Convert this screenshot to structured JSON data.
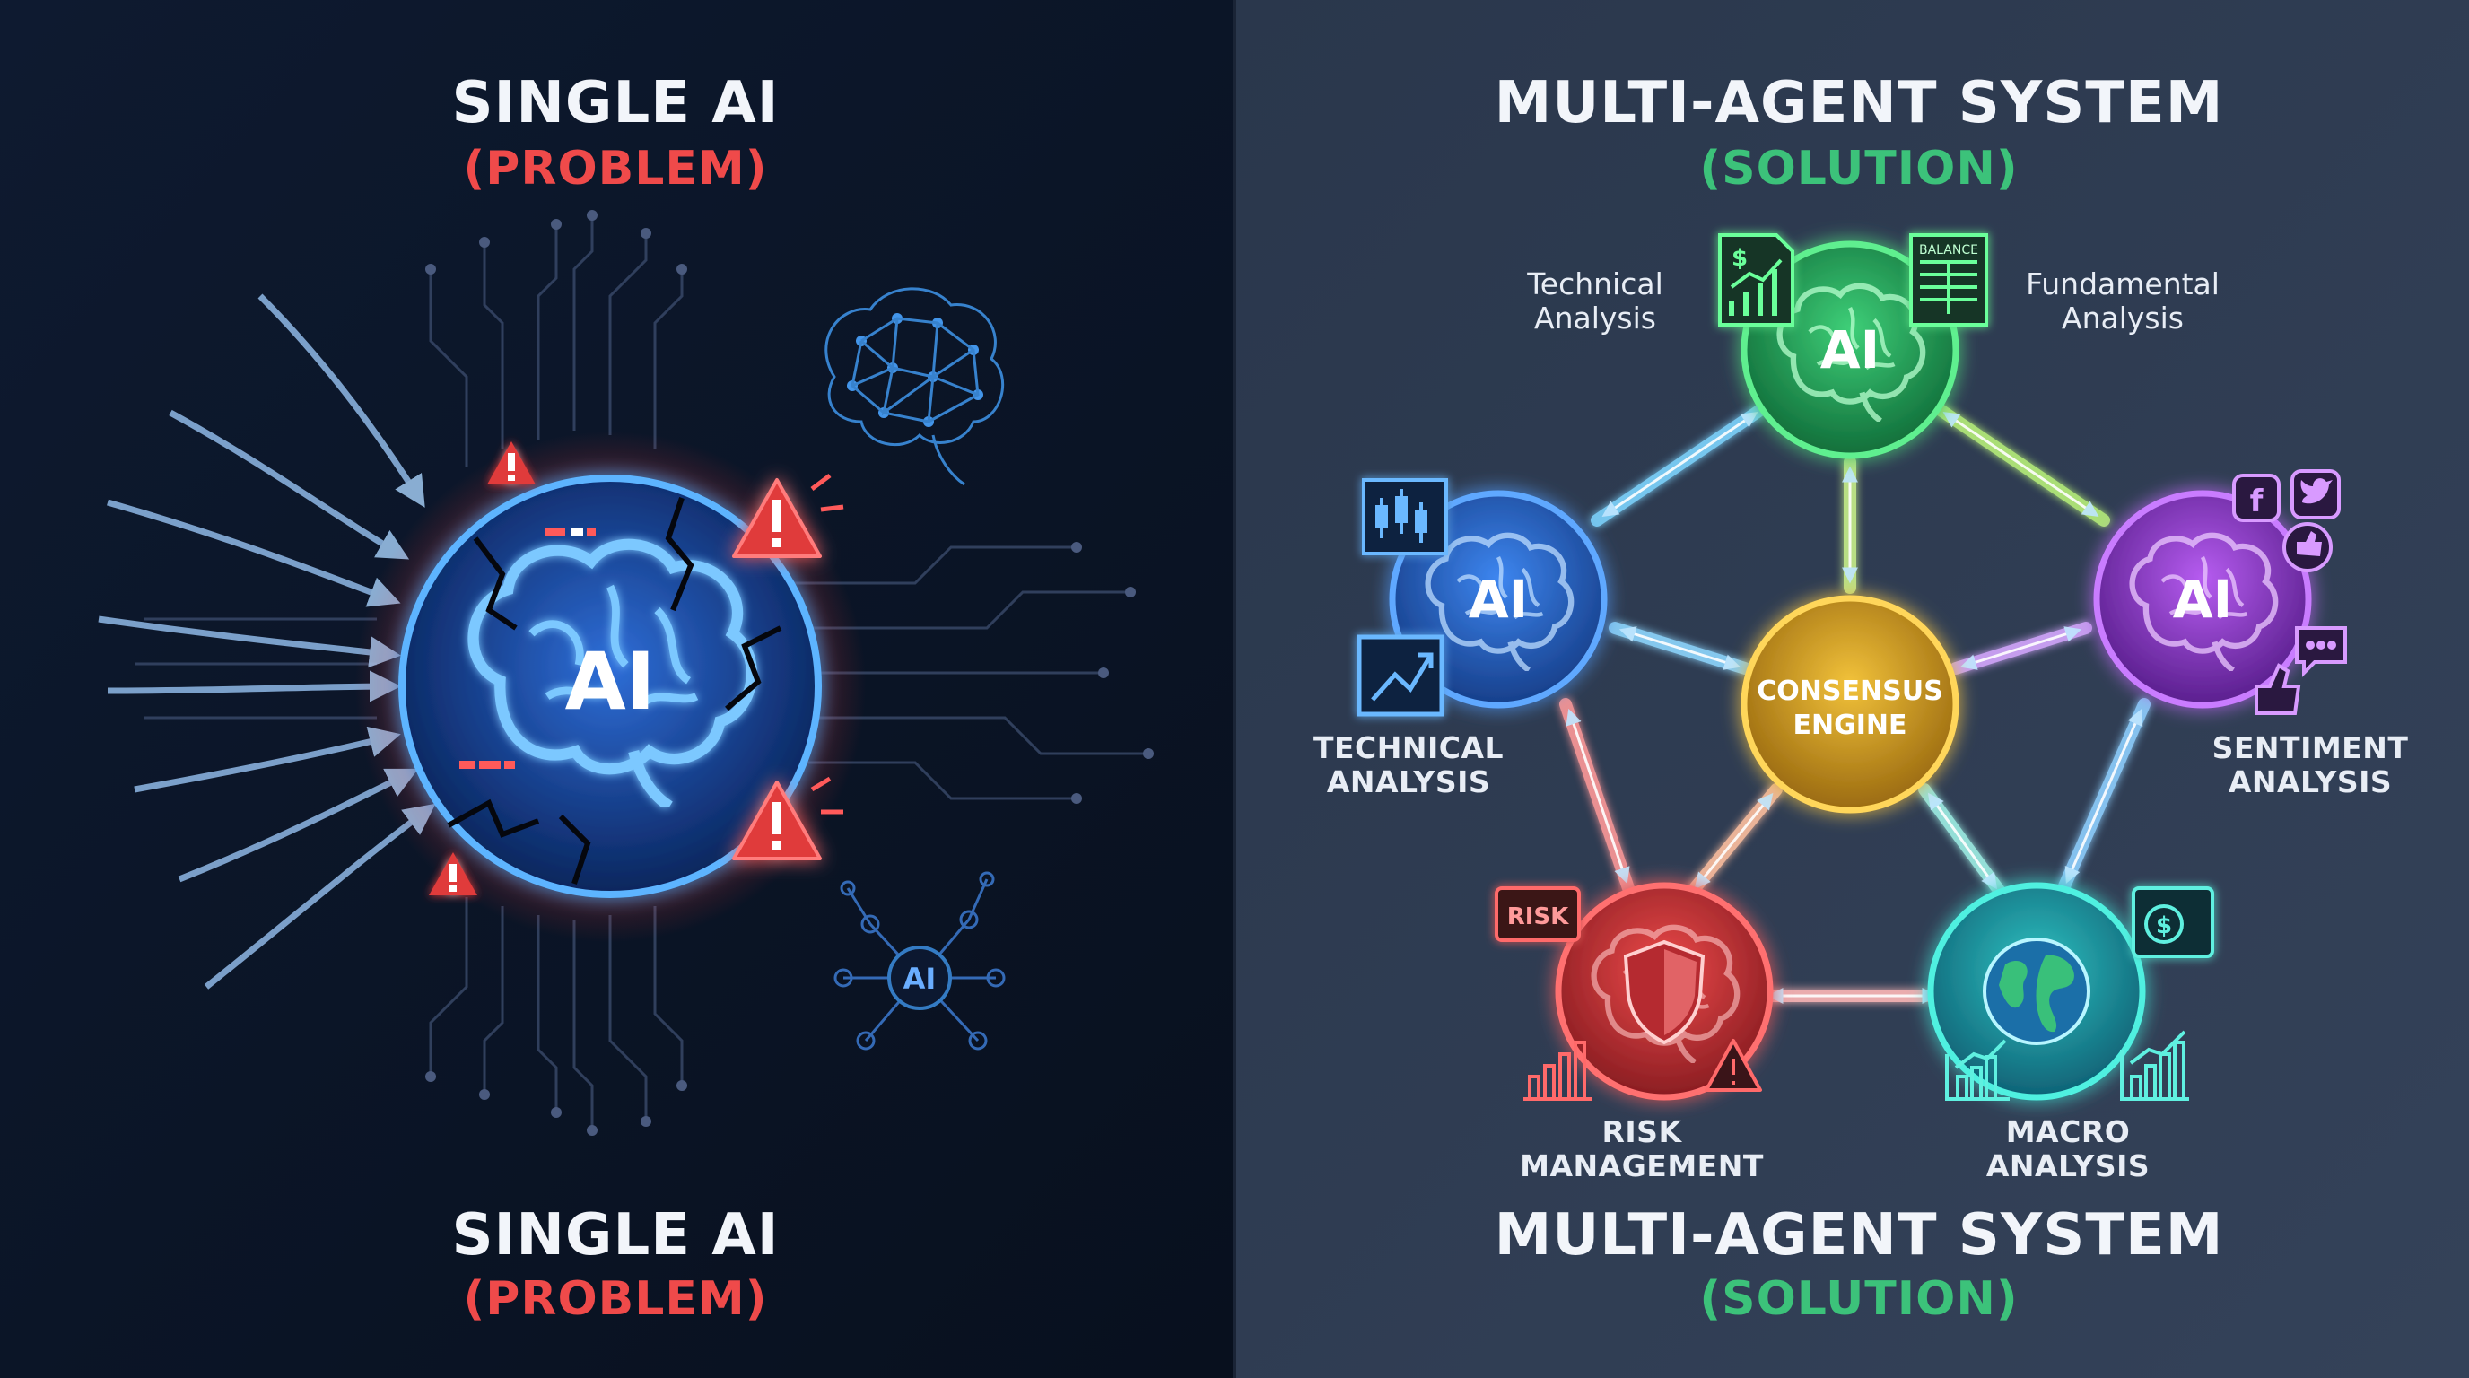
{
  "left": {
    "title_top": "SINGLE AI",
    "subtitle_top": "(PROBLEM)",
    "center_label": "AI",
    "small_node_label": "AI",
    "title_bottom": "SINGLE AI",
    "subtitle_bottom": "(PROBLEM)"
  },
  "right": {
    "title_top": "MULTI-AGENT SYSTEM",
    "subtitle_top": "(SOLUTION)",
    "title_bottom": "MULTI-AGENT SYSTEM",
    "subtitle_bottom": "(SOLUTION)",
    "consensus_line1": "CONSENSUS",
    "consensus_line2": "ENGINE",
    "agent_top_label": "AI",
    "agent_left_label": "AI",
    "agent_right_label": "AI",
    "caption_top_left_1": "Technical",
    "caption_top_left_2": "Analysis",
    "caption_top_right_1": "Fundamental",
    "caption_top_right_2": "Analysis",
    "caption_left_1": "TECHNICAL",
    "caption_left_2": "ANALYSIS",
    "caption_right_1": "SENTIMENT",
    "caption_right_2": "ANALYSIS",
    "caption_bottom_left_1": "RISK",
    "caption_bottom_left_2": "MANAGEMENT",
    "caption_bottom_right_1": "MACRO",
    "caption_bottom_right_2": "ANALYSIS",
    "risk_tag": "RISK",
    "balance_tag": "BALANCE"
  },
  "colors": {
    "left_bg": "#0b1426",
    "right_bg": "#2d3a50",
    "problem_red": "#ef4a4a",
    "solution_green": "#3cc27a",
    "agent_green": "#2fb463",
    "agent_blue": "#2b6fd6",
    "agent_purple": "#9a3fd6",
    "agent_red": "#d6383a",
    "agent_teal": "#1fa3a8",
    "consensus_gold": "#d4a21c"
  },
  "icons": [
    "brain-icon",
    "warning-icon",
    "network-brain-icon",
    "document-chart-icon",
    "balance-sheet-icon",
    "candlestick-chart-icon",
    "trend-chart-icon",
    "facebook-icon",
    "twitter-icon",
    "thumbs-up-icon",
    "chat-bubble-icon",
    "shield-icon",
    "globe-icon",
    "bar-chart-icon",
    "dollar-screen-icon"
  ]
}
